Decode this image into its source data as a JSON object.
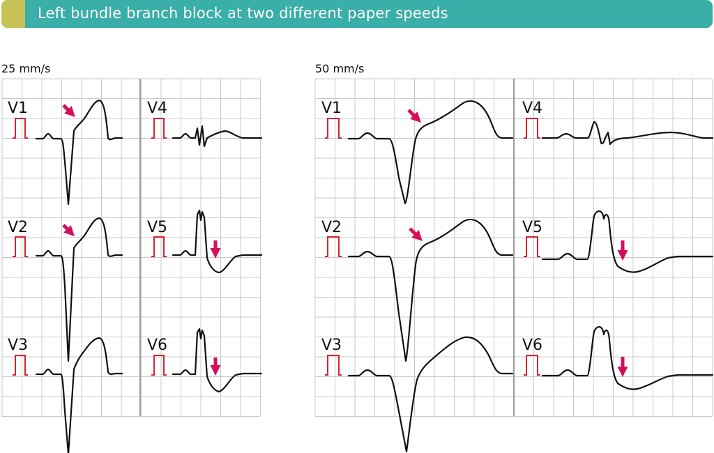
{
  "header": {
    "title": "Left bundle branch block at two different paper speeds",
    "banner_color": "#3aaea9",
    "accent_color": "#c7c255"
  },
  "colors": {
    "grid": "#c9c9c9",
    "calibration": "#d9232e",
    "trace": "#111111",
    "arrow": "#d40f5a"
  },
  "panels": [
    {
      "id": "slow",
      "speed_label": "25 mm/s",
      "leads": [
        {
          "label": "V1",
          "arrow": "diagonal"
        },
        {
          "label": "V4",
          "arrow": "none"
        },
        {
          "label": "V2",
          "arrow": "diagonal"
        },
        {
          "label": "V5",
          "arrow": "down"
        },
        {
          "label": "V3",
          "arrow": "none"
        },
        {
          "label": "V6",
          "arrow": "down"
        }
      ]
    },
    {
      "id": "fast",
      "speed_label": "50 mm/s",
      "leads": [
        {
          "label": "V1",
          "arrow": "diagonal"
        },
        {
          "label": "V4",
          "arrow": "none"
        },
        {
          "label": "V2",
          "arrow": "diagonal"
        },
        {
          "label": "V5",
          "arrow": "down"
        },
        {
          "label": "V3",
          "arrow": "none"
        },
        {
          "label": "V6",
          "arrow": "down"
        }
      ]
    }
  ]
}
